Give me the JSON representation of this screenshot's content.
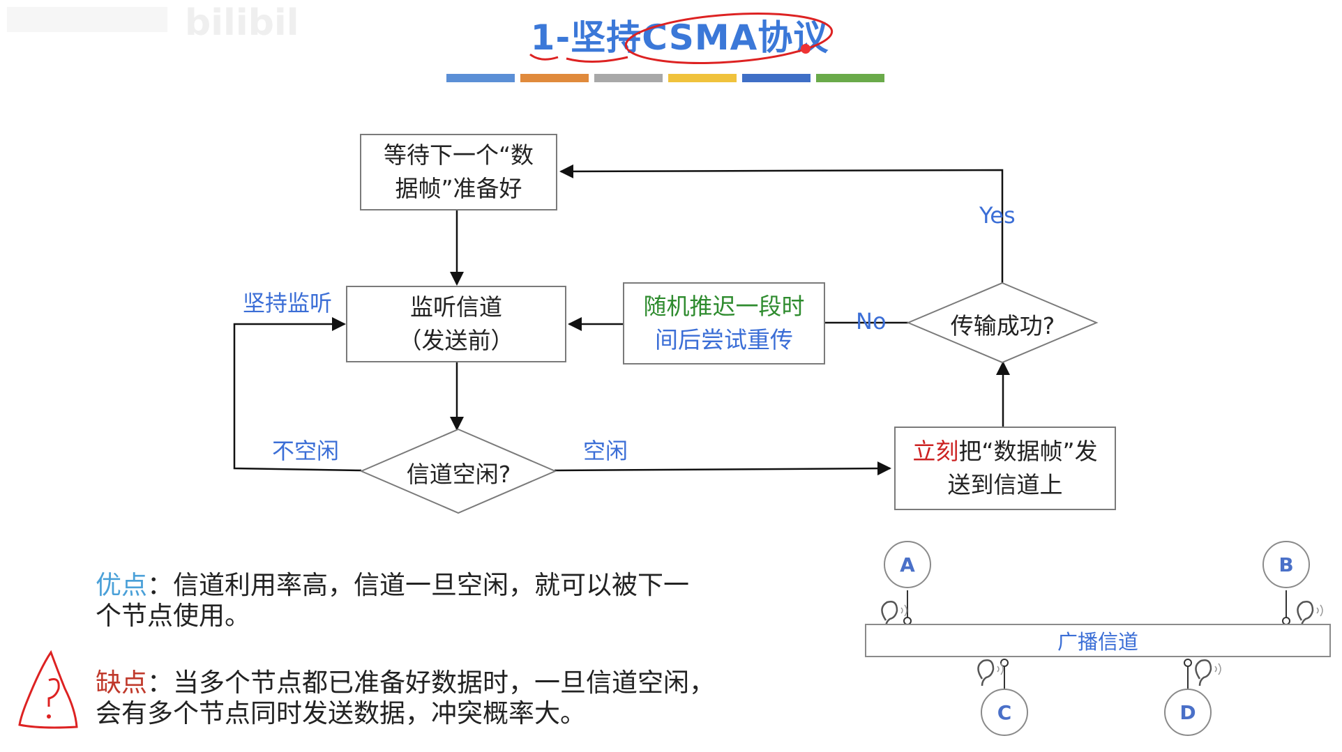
{
  "watermark": "bilibili",
  "title": "1-坚持CSMA协议",
  "palette": [
    "#5b8fd6",
    "#e08a3c",
    "#a8a8a8",
    "#f0c23c",
    "#3f6fc6",
    "#6aaa4a"
  ],
  "flow": {
    "wait_box": [
      "等待下一个“数",
      "据帧”准备好"
    ],
    "listen_box": [
      "监听信道",
      "（发送前）"
    ],
    "backoff_box": [
      "随机推迟一段时",
      "间后尝试重传"
    ],
    "send_box_red": "立刻",
    "send_box_rest": "把“数据帧”发",
    "send_box_line2": "送到信道上",
    "channel_idle_q": "信道空闲?",
    "tx_success_q": "传输成功?",
    "label_persist": "坚持监听",
    "label_busy": "不空闲",
    "label_idle": "空闲",
    "label_yes": "Yes",
    "label_no": "No"
  },
  "notes": {
    "pros_tag": "优点",
    "pros_text_1": "：信道利用率高，信道一旦空闲，就可以被下一",
    "pros_text_2": "个节点使用。",
    "cons_tag": "缺点",
    "cons_text_1": "：当多个节点都已准备好数据时，一旦信道空闲，",
    "cons_text_2": "会有多个节点同时发送数据，冲突概率大。"
  },
  "bus": {
    "channel_label": "广播信道",
    "stations": [
      "A",
      "B",
      "C",
      "D"
    ]
  }
}
